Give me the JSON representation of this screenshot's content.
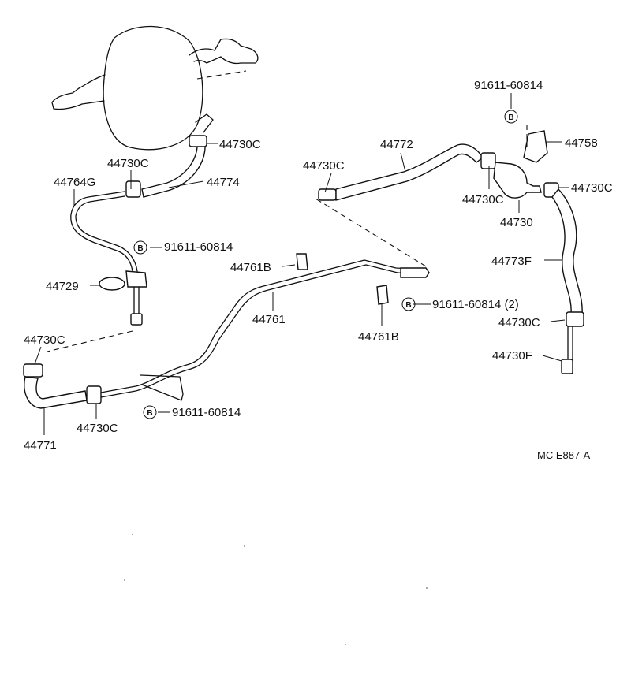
{
  "bolt_symbol": "B",
  "labels": {
    "p44730c_a": "44730C",
    "p44730c_b": "44730C",
    "p44764g": "44764G",
    "p44774": "44774",
    "p91611_a": "91611-60814",
    "p44729": "44729",
    "p44730c_c": "44730C",
    "p44771": "44771",
    "p44730c_d": "44730C",
    "p91611_b": "91611-60814",
    "p44761b_a": "44761B",
    "p44761": "44761",
    "p44761b_b": "44761B",
    "p91611_c": "91611-60814 (2)",
    "p44772": "44772",
    "p44730c_e": "44730C",
    "p44730c_f": "44730C",
    "p44730": "44730",
    "p91611_d": "91611-60814",
    "p44758": "44758",
    "p44730c_g": "44730C",
    "p44773f": "44773F",
    "p44730c_h": "44730C",
    "p44730f": "44730F"
  },
  "figure_code": "MC E887-A"
}
